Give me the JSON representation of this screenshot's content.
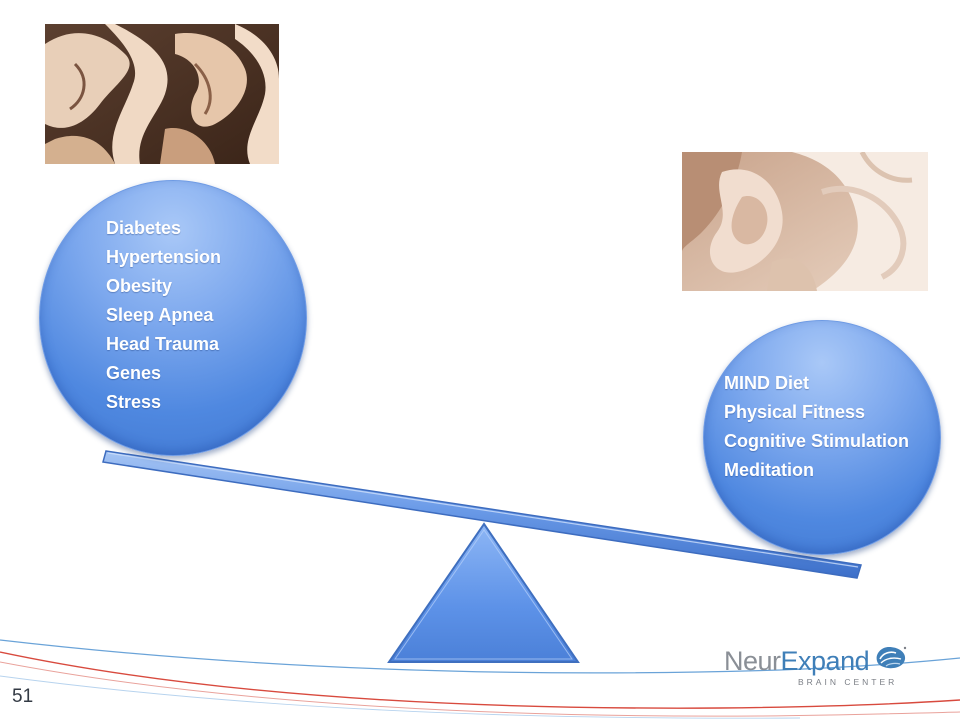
{
  "slide": {
    "number": "51"
  },
  "left_pan": {
    "items": [
      "Diabetes",
      "Hypertension",
      "Obesity",
      "Sleep Apnea",
      "Head Trauma",
      "Genes",
      "Stress"
    ]
  },
  "right_pan": {
    "items": [
      "MIND Diet",
      "Physical Fitness",
      "Cognitive Stimulation",
      "Meditation"
    ]
  },
  "logo": {
    "word_part1": "Neur",
    "word_part2": "Expand",
    "subtitle": "BRAIN CENTER"
  },
  "colors": {
    "circle_blue": "#4f88e0",
    "beam_blue": "#5b8ee6",
    "fulcrum_blue": "#6d9ff0",
    "logo_blue": "#3f7fb8",
    "footer_red": "#d84a3e",
    "footer_blue": "#6aa3d8"
  },
  "images": {
    "damaged_brain": "brain-tissue-damaged-image",
    "healthy_brain": "brain-tissue-healthy-image"
  }
}
